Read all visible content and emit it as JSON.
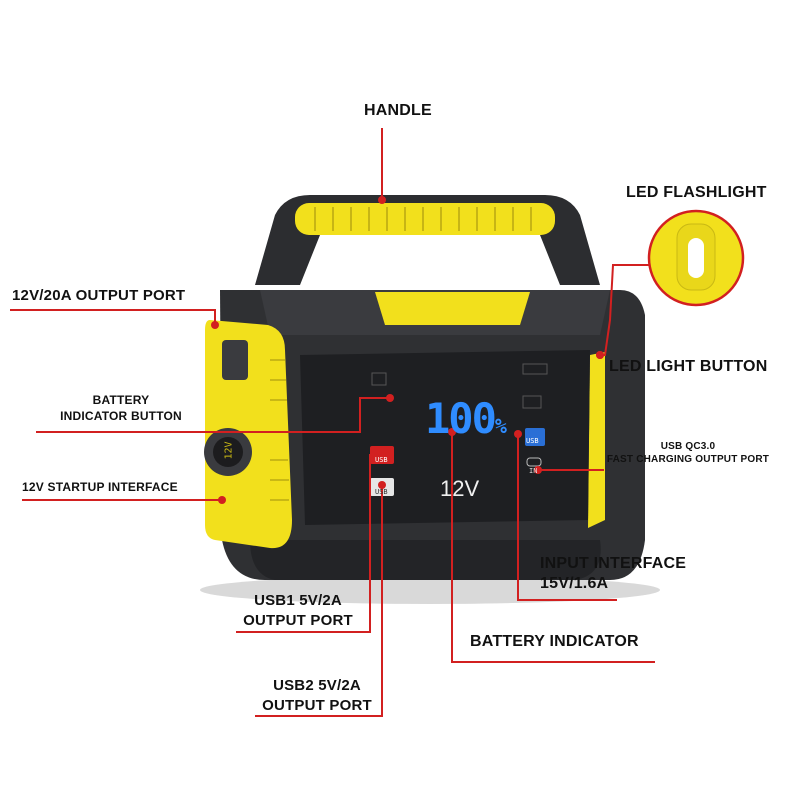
{
  "labels": {
    "handle": "HANDLE",
    "led_flashlight": "LED FLASHLIGHT",
    "output_12v_20a": "12V/20A OUTPUT PORT",
    "led_light_button": "LED LIGHT BUTTON",
    "battery_indicator_button_line1": "BATTERY",
    "battery_indicator_button_line2": "INDICATOR BUTTON",
    "usb_qc_line1": "USB QC3.0",
    "usb_qc_line2": "FAST CHARGING OUTPUT PORT",
    "startup_12v": "12V STARTUP INTERFACE",
    "input_interface_line1": "INPUT INTERFACE",
    "input_interface_line2": "15V/1.6A",
    "usb1_line1": "USB1 5V/2A",
    "usb1_line2": "OUTPUT PORT",
    "battery_indicator": "BATTERY INDICATOR",
    "usb2_line1": "USB2 5V/2A",
    "usb2_line2": "OUTPUT PORT"
  },
  "device": {
    "display_value": "100",
    "display_unit": "%",
    "display_voltage": "12V",
    "usb_port_text": "USB",
    "qc_port_text": "USB",
    "in_port_text": "IN",
    "dc_socket_text": "12V"
  },
  "colors": {
    "body": "#2f3033",
    "yellow": "#f2e01c",
    "display_blue": "#2f8cff",
    "leader_red": "#d22020"
  }
}
